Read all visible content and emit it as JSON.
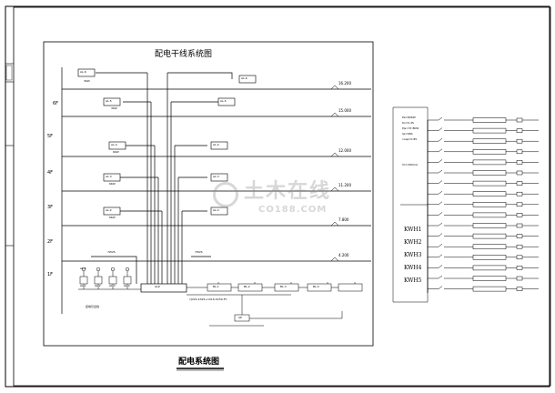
{
  "diagram": {
    "title": "配电干线系统图",
    "caption": "配电系统图",
    "floors": [
      "6F",
      "5F",
      "4F",
      "3F",
      "2F",
      "1F"
    ],
    "elevations": [
      "16.200",
      "15.000",
      "12.000",
      "11.200",
      "7.800",
      "4.200"
    ],
    "boxes_left": [
      "AL-6",
      "AL-5",
      "AL-4",
      "AL-3",
      "AL-2"
    ],
    "boxes_right": [
      "AL-6",
      "AL-5",
      "AL-4",
      "AL-3",
      "AL-2"
    ],
    "cables": [
      "3KW",
      "3KW",
      "6KW",
      "6KW",
      "6KW",
      "7W2S",
      "7W2S"
    ],
    "main_panel": "ALZ",
    "ground_boxes": [
      "AL-1",
      "AL-2",
      "AL-3",
      "AL-4",
      "AL-5"
    ],
    "right_equipment": [
      "BL-1",
      "BL-2",
      "BL-3",
      "BL-4"
    ],
    "feeder_label": "YJV22-4X25+1X16-SC50-FC",
    "ground_note": "接地引出线",
    "bottom_box": "AP",
    "kwh": [
      "KWH1",
      "KWH2",
      "KWH3",
      "KWH4",
      "KWH5"
    ],
    "panel_notes": [
      "Pe=80KW",
      "Kx=0.45",
      "Pjs=37.8KW",
      "Ijs=68A",
      "cosφ=0.85",
      "Im=300mA"
    ],
    "watermark_cn": "土木在线",
    "watermark_en": "CO188.COM"
  }
}
